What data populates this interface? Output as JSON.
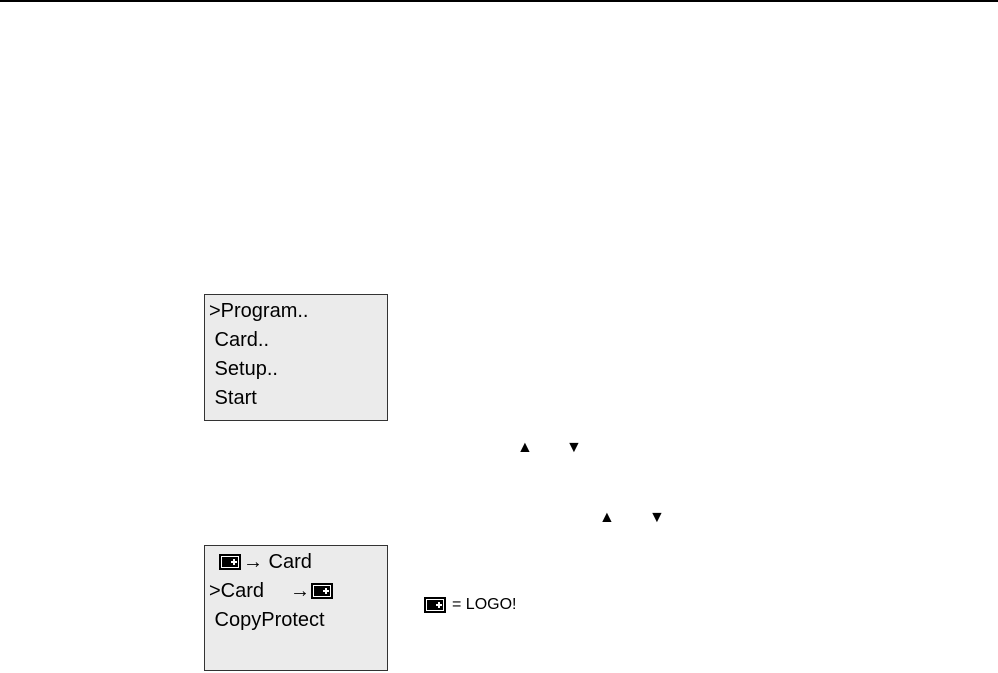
{
  "main_menu": {
    "lines": [
      ">Program..",
      " Card..",
      " Setup..",
      " Start"
    ]
  },
  "nav_arrows_1": {
    "up": "▲",
    "down": "▼"
  },
  "nav_arrows_2": {
    "up": "▲",
    "down": "▼"
  },
  "card_menu": {
    "line1_text": "→ Card",
    "line2_prefix": ">Card",
    "line2_arrow": "→",
    "line3": " CopyProtect"
  },
  "legend": {
    "text": "= LOGO!"
  },
  "icons": [
    "logo-module-icon",
    "up-arrow-icon",
    "down-arrow-icon"
  ]
}
